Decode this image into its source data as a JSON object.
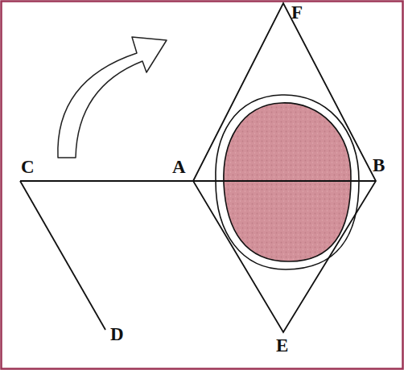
{
  "diagram": {
    "labels": [
      "C",
      "A",
      "B",
      "F",
      "E",
      "D"
    ]
  }
}
